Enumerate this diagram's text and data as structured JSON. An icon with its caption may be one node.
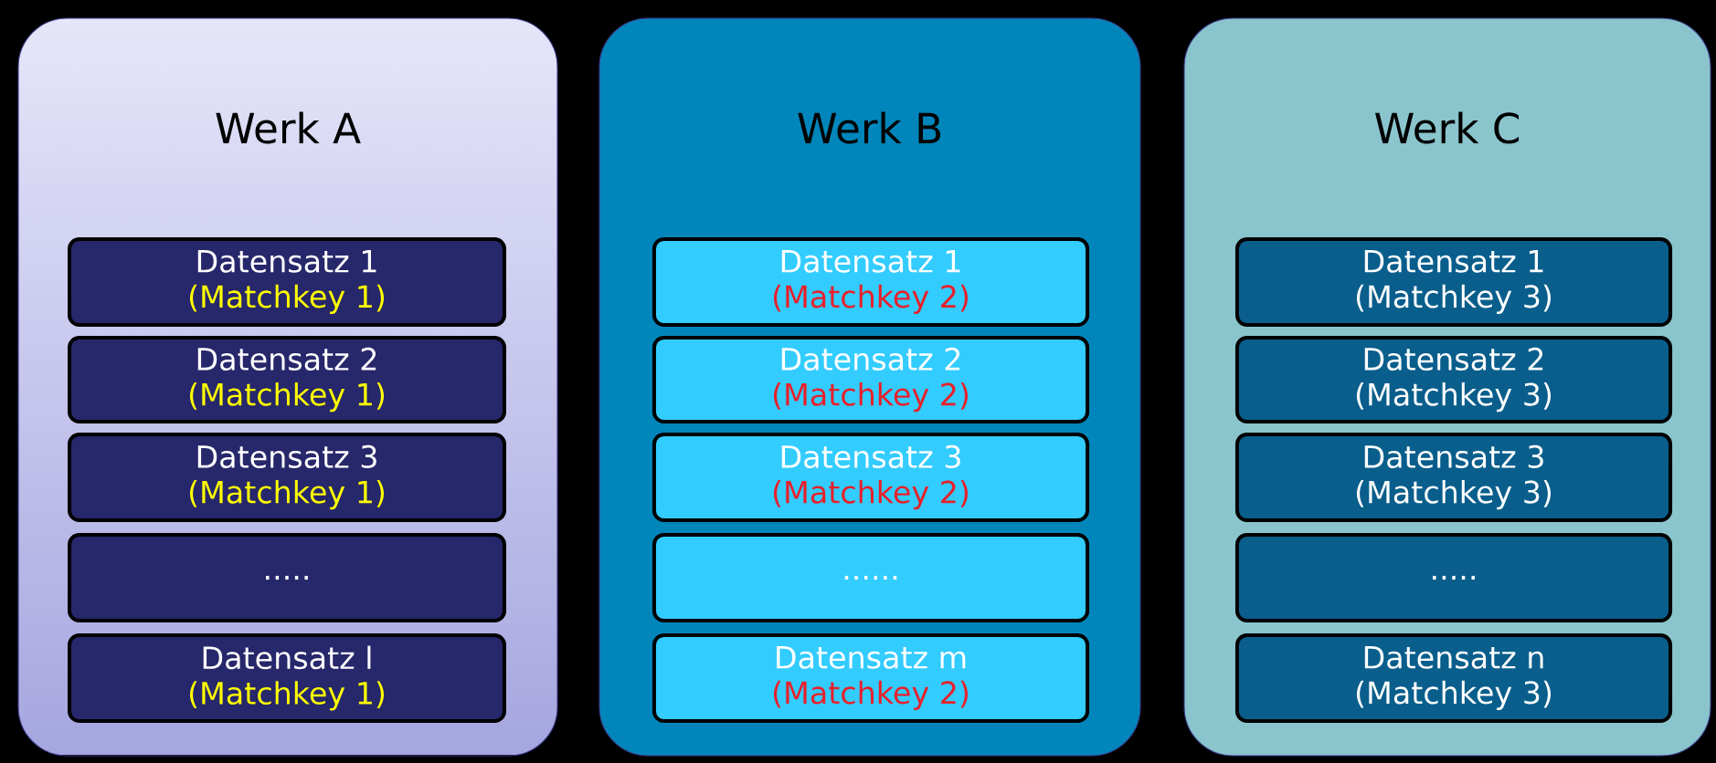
{
  "diagram": {
    "nodes": [
      {
        "text": [
          "Werk A"
        ]
      },
      {
        "text": [
          "Datensatz 1",
          "(Matchkey 1)"
        ],
        "in": 0
      },
      {
        "text": [
          "Datensatz 2",
          "(Matchkey 1)"
        ],
        "in": 0
      },
      {
        "text": [
          "Datensatz 3",
          "(Matchkey 1)"
        ],
        "in": 0
      },
      {
        "text": [
          "....."
        ],
        "in": 0
      },
      {
        "text": [
          "Datensatz l",
          "(Matchkey 1)"
        ],
        "in": 0
      },
      {
        "text": [
          "Werk B"
        ]
      },
      {
        "text": [
          "Datensatz 1",
          "(Matchkey 2)"
        ],
        "in": 6
      },
      {
        "text": [
          "Datensatz 2",
          "(Matchkey 2)"
        ],
        "in": 6
      },
      {
        "text": [
          "Datensatz 3",
          "(Matchkey 2)"
        ],
        "in": 6
      },
      {
        "text": [
          "......"
        ],
        "in": 6
      },
      {
        "text": [
          "Datensatz m",
          "(Matchkey 2)"
        ],
        "in": 6
      },
      {
        "text": [
          "Werk C"
        ]
      },
      {
        "text": [
          "Datensatz 1",
          "(Matchkey 3)"
        ],
        "in": 12
      },
      {
        "text": [
          "Datensatz 2",
          "(Matchkey 3)"
        ],
        "in": 12
      },
      {
        "text": [
          "Datensatz 3",
          "(Matchkey 3)"
        ],
        "in": 12
      },
      {
        "text": [
          "....."
        ],
        "in": 12
      },
      {
        "text": [
          "Datensatz n",
          "(Matchkey 3)"
        ],
        "in": 12
      }
    ]
  }
}
